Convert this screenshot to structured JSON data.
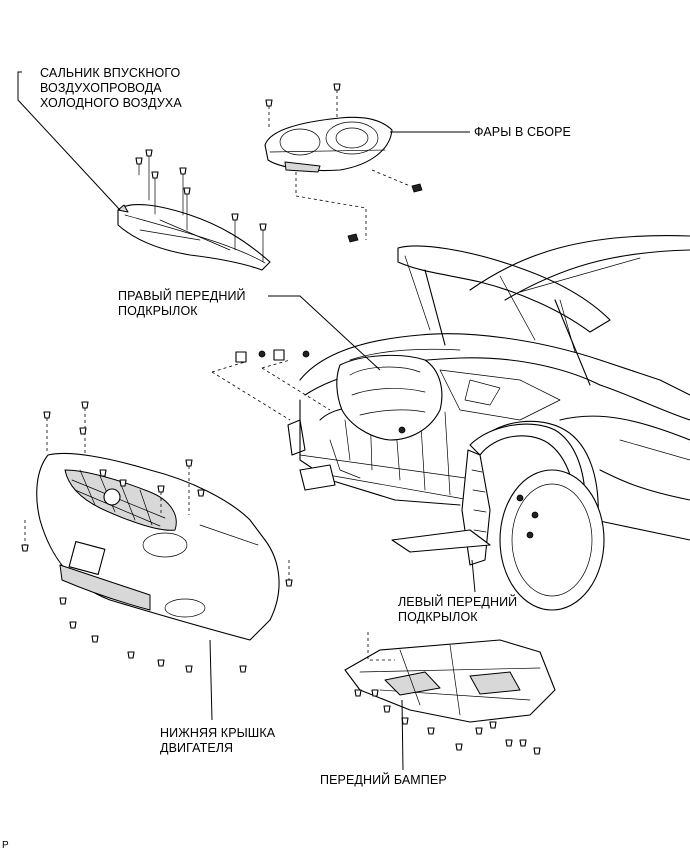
{
  "labels": {
    "intake_seal": [
      "САЛЬНИК ВПУСКНОГО",
      "ВОЗДУХОПРОВОДА",
      "ХОЛОДНОГО ВОЗДУХА"
    ],
    "headlamp": [
      "ФАРЫ В СБОРЕ"
    ],
    "right_liner": [
      "ПРАВЫЙ ПЕРЕДНИЙ",
      "ПОДКРЫЛОК"
    ],
    "left_liner": [
      "ЛЕВЫЙ ПЕРЕДНИЙ",
      "ПОДКРЫЛОК"
    ],
    "engine_cover": [
      "НИЖНЯЯ КРЫШКА",
      "ДВИГАТЕЛЯ"
    ],
    "front_bumper": [
      "ПЕРЕДНИЙ БАМПЕР"
    ]
  },
  "corner_mark": "P"
}
